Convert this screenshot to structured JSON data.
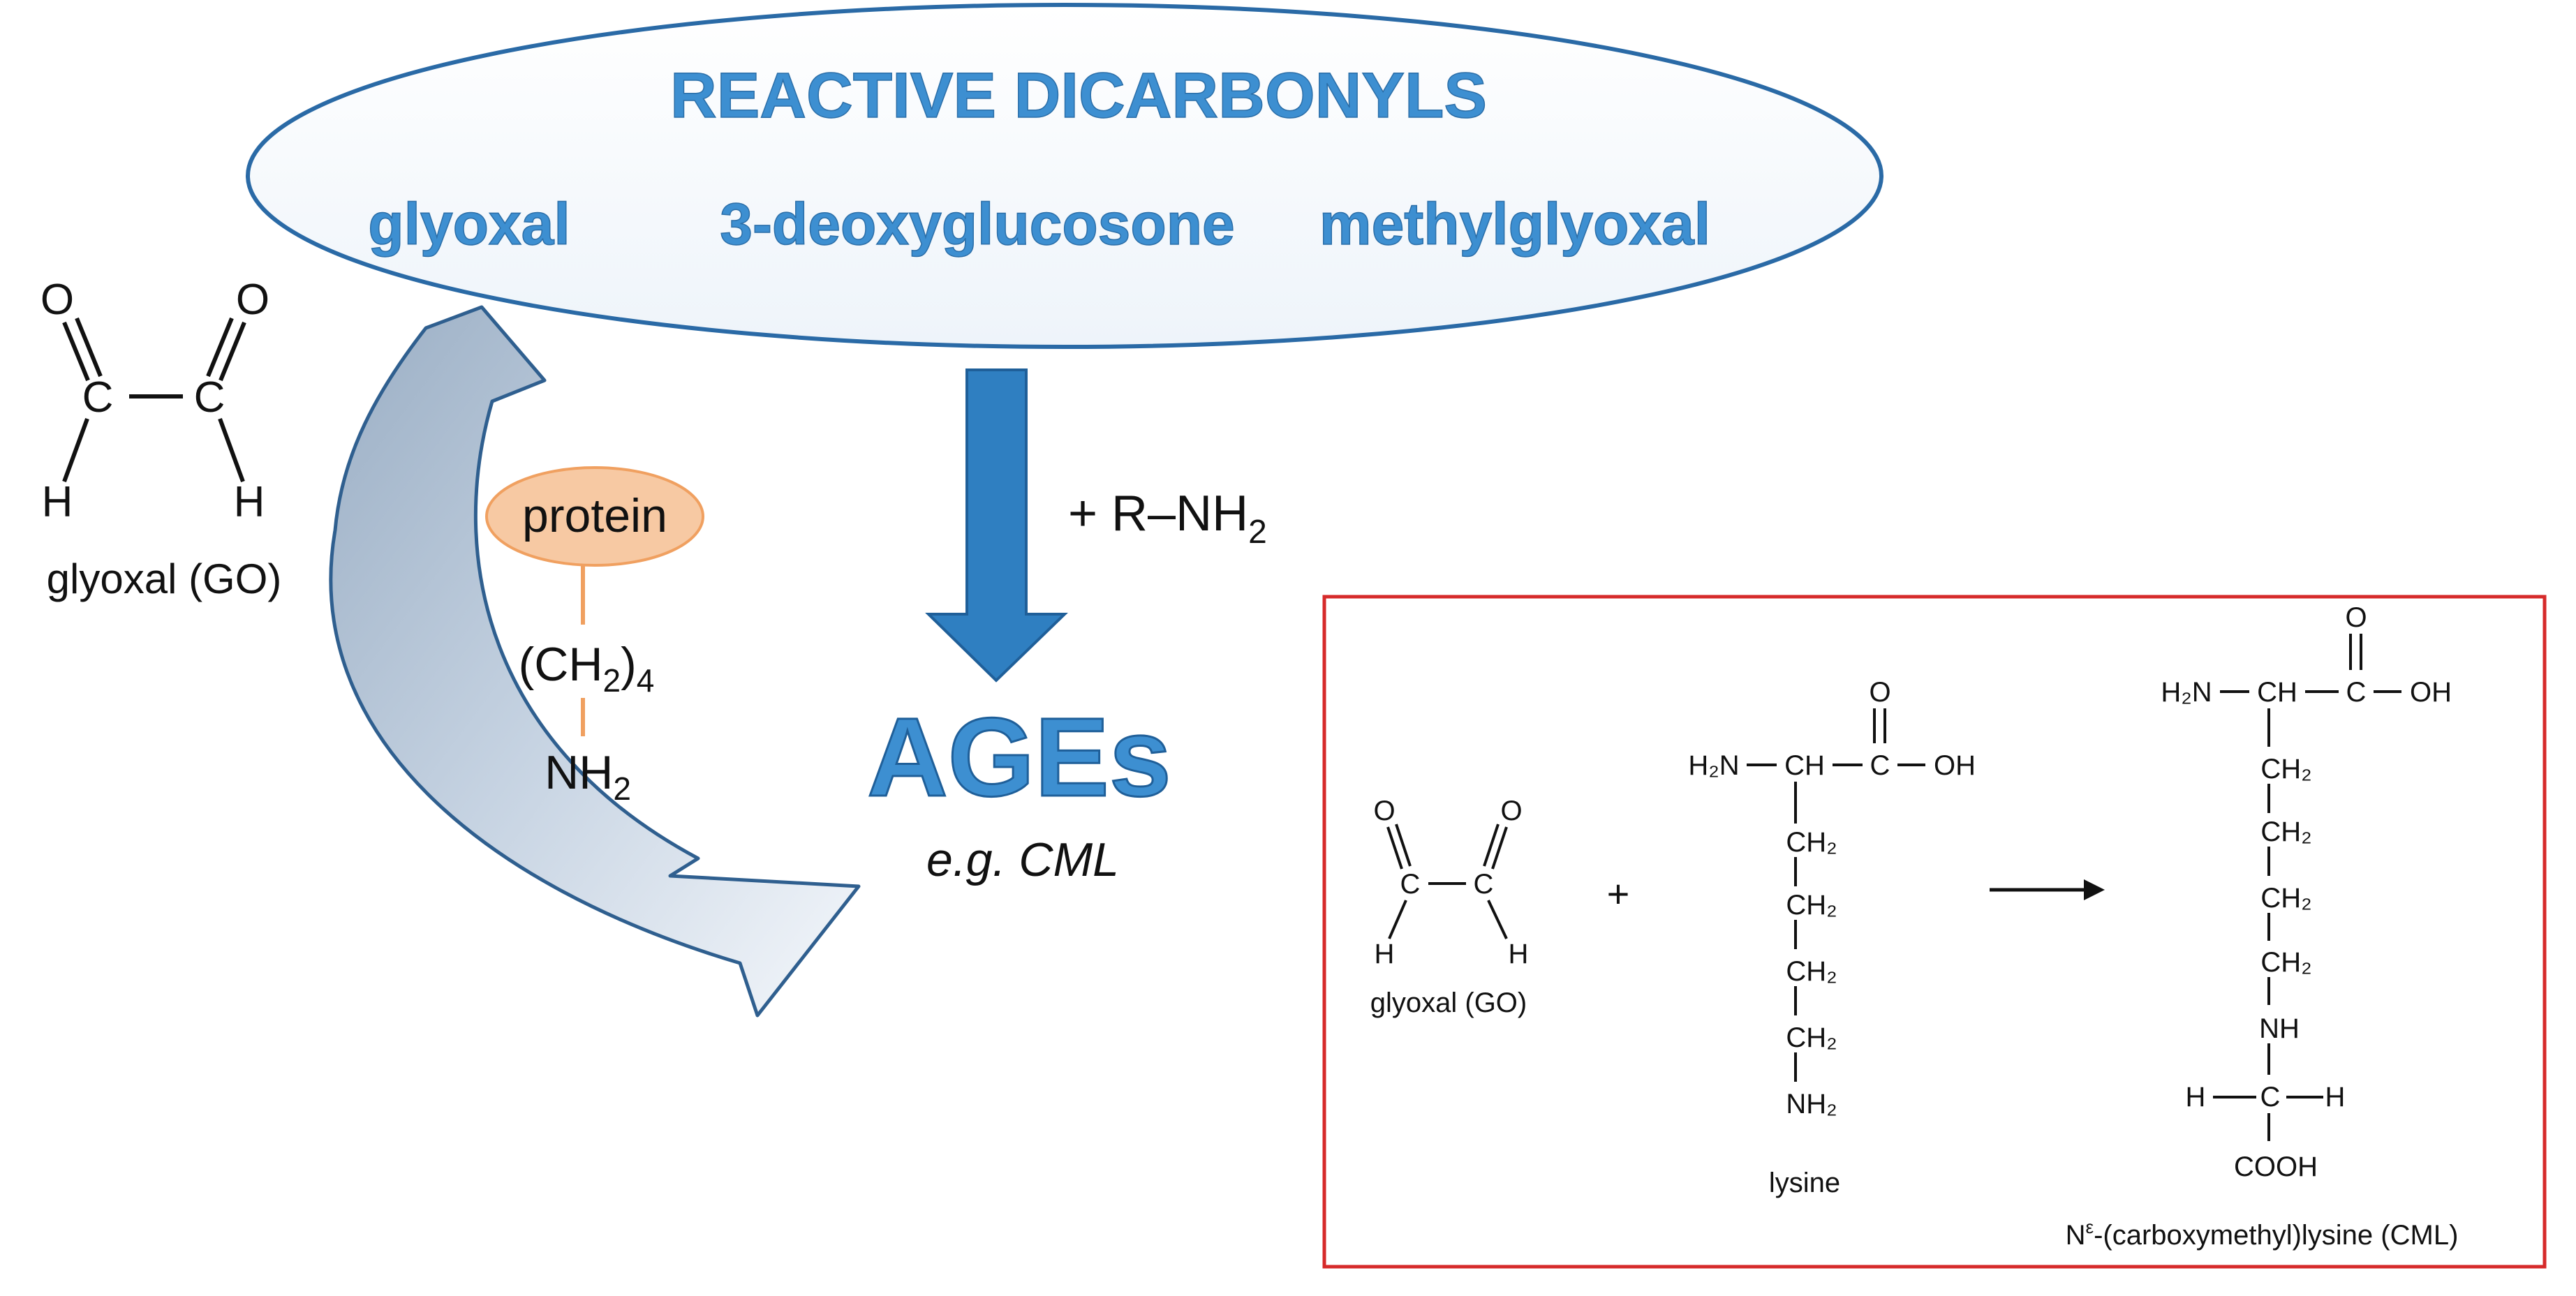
{
  "title": "REACTIVE DICARBONYLS",
  "dicarbonyls": [
    "glyoxal",
    "3-deoxyglucosone",
    "methylglyoxal"
  ],
  "glyoxal_left": {
    "o": "O",
    "c": "C",
    "h": "H",
    "label": "glyoxal (GO)"
  },
  "protein": {
    "label": "protein",
    "chain": "(CH",
    "chain_sub": "2",
    "chain_tail": ")",
    "chain_n": "4",
    "amine": "NH",
    "amine_sub": "2"
  },
  "reagent": {
    "text": "+ R–NH",
    "sub": "2"
  },
  "ages": {
    "label": "AGEs",
    "example": "e.g. CML"
  },
  "inset": {
    "plus": "+",
    "arrow": "→",
    "glyoxal_label": "glyoxal (GO)",
    "lysine_label": "lysine",
    "cml_label_prefix": "N",
    "cml_label_sup": "ε",
    "cml_label_rest": "-(carboxymethyl)lysine (CML)",
    "atoms": {
      "o": "O",
      "c": "C",
      "h": "H",
      "h2n": "H₂N",
      "ch": "CH",
      "oh": "OH",
      "ch2": "CH₂",
      "nh2": "NH₂",
      "nh": "NH",
      "cooh": "COOH"
    }
  },
  "colors": {
    "accent_blue": "#3d8fd1",
    "arrow_blue": "#2f7fc1",
    "inset_border": "#d62a2a",
    "protein_fill": "#f7c9a3",
    "protein_stroke": "#f0a060"
  }
}
